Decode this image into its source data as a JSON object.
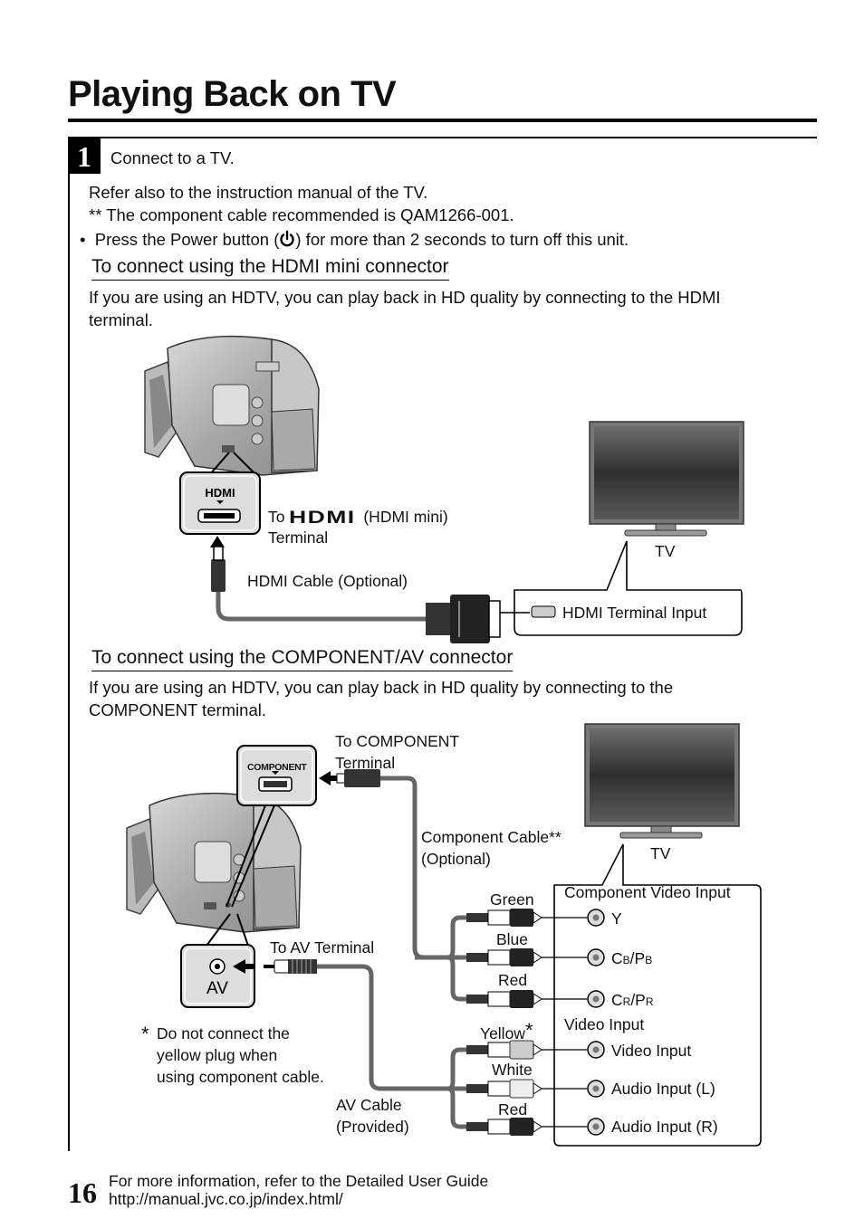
{
  "page": {
    "title": "Playing Back on TV",
    "page_number": "16"
  },
  "step": {
    "number": "1",
    "heading": "Connect to a TV.",
    "note_1": "Refer also to the instruction manual of the TV.",
    "note_2": "** The component cable recommended is QAM1266-001.",
    "bullet_prefix": "Press the Power button (",
    "bullet_suffix": ") for more than 2 seconds to turn off this unit."
  },
  "hdmi_section": {
    "heading": "To connect using the HDMI mini connector",
    "desc_line_1": "If you are using an HDTV, you can play back in HD quality by connecting to the HDMI",
    "desc_line_2": "terminal.",
    "port_badge": "HDMI",
    "to_prefix": "To",
    "terminal_suffix": "(HDMI mini)",
    "terminal_word": "Terminal",
    "cable_label": "HDMI Cable (Optional)",
    "tv_label": "TV",
    "tv_input_label": "HDMI Terminal Input"
  },
  "component_section": {
    "heading": "To connect using the COMPONENT/AV connector",
    "desc_line_1": "If you are using an HDTV, you can play back in HD quality by connecting to the",
    "desc_line_2": "COMPONENT terminal.",
    "component_badge": "COMPONENT",
    "to_component_1": "To COMPONENT",
    "to_component_2": "Terminal",
    "component_cable_1": "Component Cable**",
    "component_cable_2": "(Optional)",
    "tv_label": "TV",
    "av_badge": "AV",
    "to_av": "To AV Terminal",
    "note_star": "*",
    "note_1": "Do not connect the",
    "note_2": "yellow plug when",
    "note_3": "using component cable.",
    "av_cable_1": "AV Cable",
    "av_cable_2": "(Provided)",
    "plug_colors": {
      "green": "Green",
      "blue": "Blue",
      "red_1": "Red",
      "yellow": "Yellow",
      "yellow_star": "*",
      "white": "White",
      "red_2": "Red"
    },
    "inputs": {
      "component_header": "Component Video Input",
      "y": "Y",
      "cb_c": "C",
      "cb_b1": "B",
      "cb_slash": "/P",
      "cb_b2": "B",
      "cr_c": "C",
      "cr_r1": "R",
      "cr_slash": "/P",
      "cr_r2": "R",
      "video_header": "Video Input",
      "video_input": "Video Input",
      "audio_l": "Audio Input (L)",
      "audio_r": "Audio Input (R)"
    }
  },
  "footer": {
    "line_1": "For more information, refer to the Detailed User Guide",
    "line_2": "http://manual.jvc.co.jp/index.html/"
  },
  "icons": [
    "power-icon",
    "hdmi-logo-icon",
    "camcorder-illustration",
    "tv-illustration",
    "rca-jack-icon",
    "arrow-icon"
  ]
}
